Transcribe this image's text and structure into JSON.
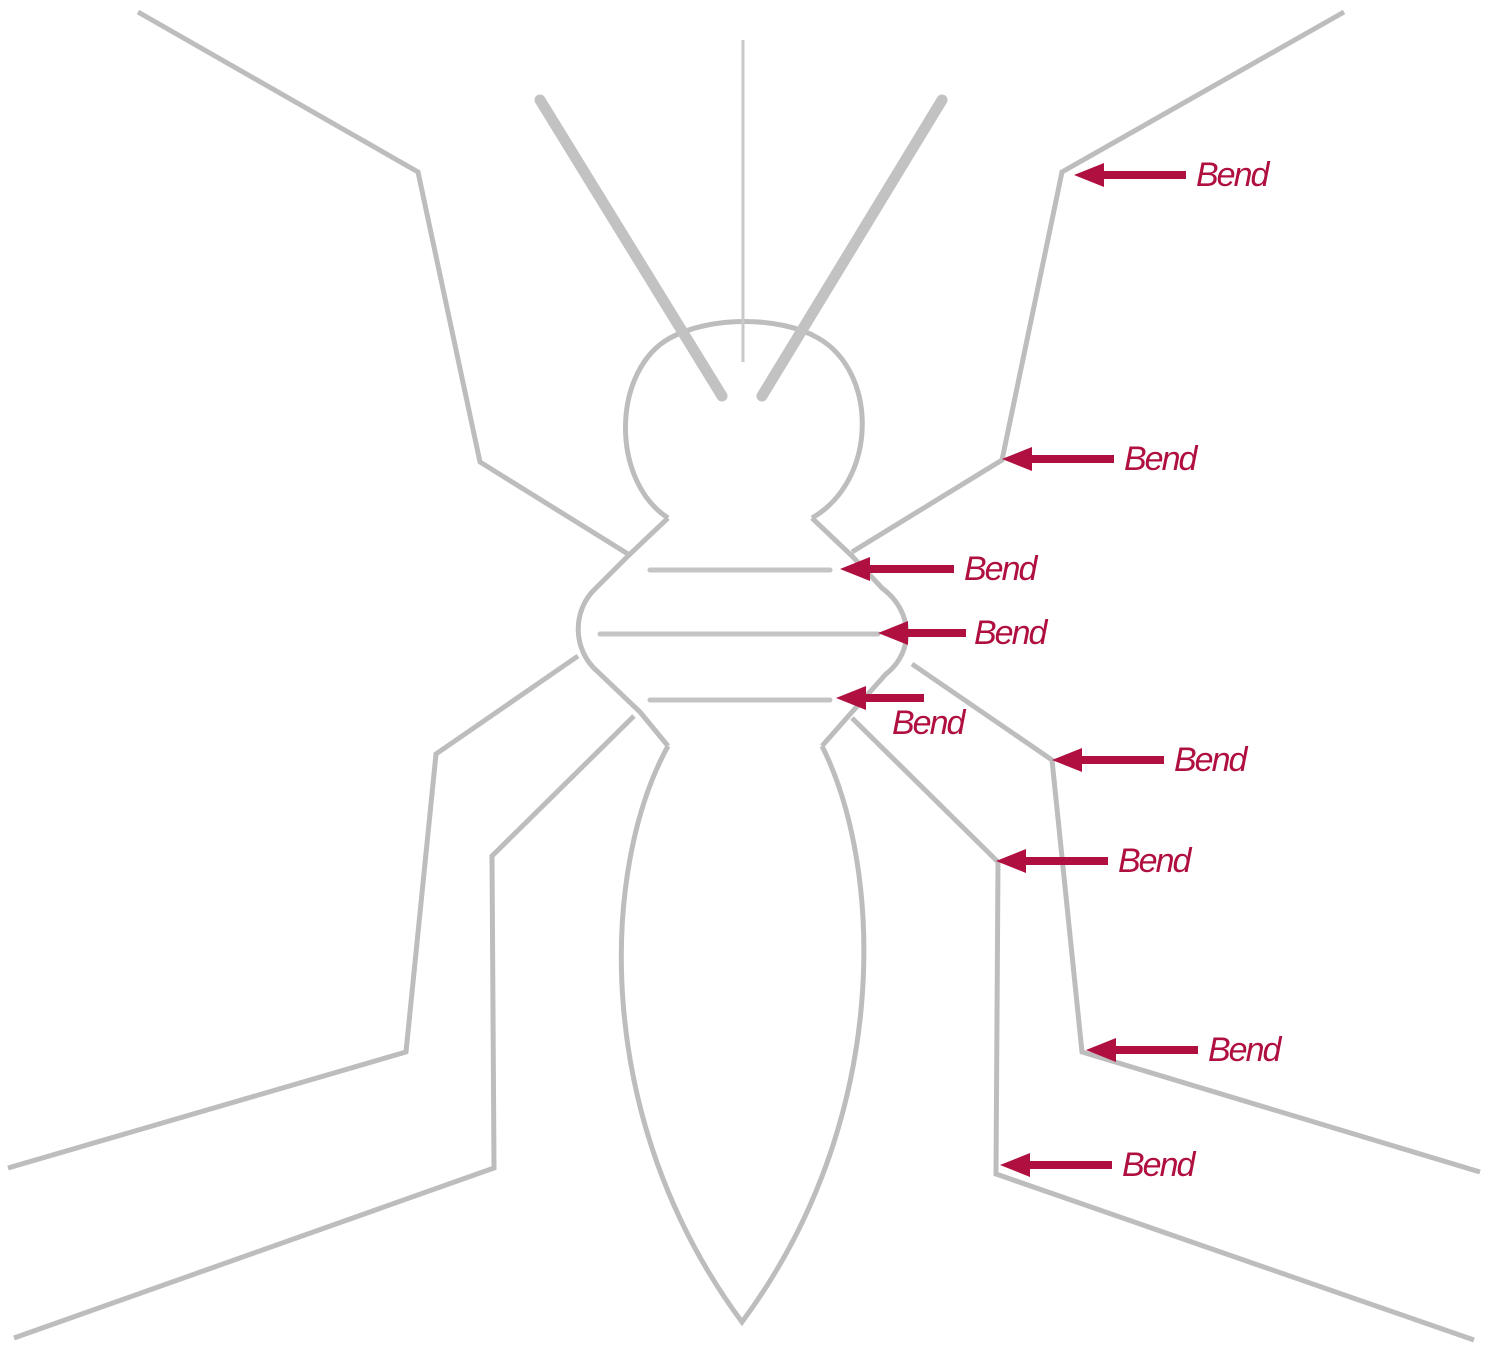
{
  "colors": {
    "outline": "#bdbdbd",
    "annotation": "#b0103f",
    "background": "#ffffff"
  },
  "annotations": [
    {
      "id": "bend-1",
      "text": "Bend",
      "target": "front-right-leg-upper-joint"
    },
    {
      "id": "bend-2",
      "text": "Bend",
      "target": "front-right-leg-lower-joint"
    },
    {
      "id": "bend-3",
      "text": "Bend",
      "target": "thorax-fold-upper"
    },
    {
      "id": "bend-4",
      "text": "Bend",
      "target": "thorax-fold-middle"
    },
    {
      "id": "bend-5",
      "text": "Bend",
      "target": "thorax-fold-lower"
    },
    {
      "id": "bend-6",
      "text": "Bend",
      "target": "middle-right-leg-upper-joint"
    },
    {
      "id": "bend-7",
      "text": "Bend",
      "target": "hind-right-leg-upper-joint"
    },
    {
      "id": "bend-8",
      "text": "Bend",
      "target": "middle-right-leg-lower-joint"
    },
    {
      "id": "bend-9",
      "text": "Bend",
      "target": "hind-right-leg-lower-joint"
    }
  ]
}
